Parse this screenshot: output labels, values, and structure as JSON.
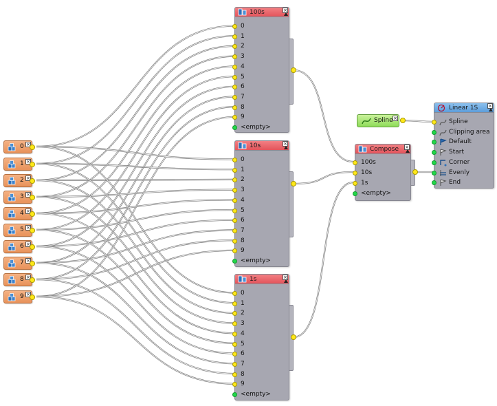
{
  "colors": {
    "node_body": "#a7a7b1",
    "header_red": "#e3545b",
    "header_blue": "#5d9ddb",
    "source_orange": "#f0a06c",
    "spline_green": "#a6e878",
    "port_yellow": "#ffe81a",
    "port_green": "#22d84a",
    "wire": "#7a7a7a"
  },
  "sources": {
    "labels": [
      "0",
      "1",
      "2",
      "3",
      "4",
      "5",
      "6",
      "7",
      "8",
      "9"
    ],
    "icon": "blocks-icon"
  },
  "digit_nodes": [
    {
      "title": "100s",
      "ports": [
        "0",
        "1",
        "2",
        "3",
        "4",
        "5",
        "6",
        "7",
        "8",
        "9"
      ],
      "empty": "<empty>"
    },
    {
      "title": "10s",
      "ports": [
        "0",
        "1",
        "2",
        "3",
        "4",
        "5",
        "6",
        "7",
        "8",
        "9"
      ],
      "empty": "<empty>"
    },
    {
      "title": "1s",
      "ports": [
        "0",
        "1",
        "2",
        "3",
        "4",
        "5",
        "6",
        "7",
        "8",
        "9"
      ],
      "empty": "<empty>"
    }
  ],
  "compose": {
    "title": "Compose",
    "ports": [
      "100s",
      "10s",
      "1s"
    ],
    "empty": "<empty>"
  },
  "spline": {
    "label": "Spline"
  },
  "linear": {
    "title": "Linear 1S",
    "ports": [
      {
        "label": "Spline",
        "icon": "spline-icon"
      },
      {
        "label": "Clipping area",
        "icon": "spline-icon"
      },
      {
        "label": "Default",
        "icon": "default-flag-icon"
      },
      {
        "label": "Start",
        "icon": "start-flag-icon"
      },
      {
        "label": "Corner",
        "icon": "corner-icon"
      },
      {
        "label": "Evenly",
        "icon": "evenly-icon"
      },
      {
        "label": "End",
        "icon": "end-flag-icon"
      }
    ]
  },
  "close_symbol": "×"
}
